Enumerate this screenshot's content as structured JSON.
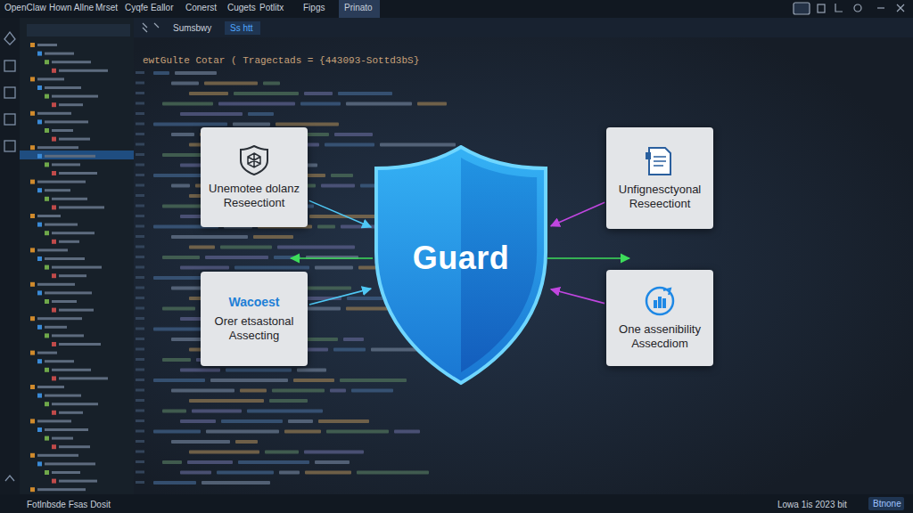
{
  "diagram": {
    "nodes": [
      {
        "text": [
          "Unemotee dolanz Reseectiont"
        ]
      },
      {
        "text": [
          "Guard"
        ]
      },
      {
        "text": [
          "Unfignesctyonal Reseectiont"
        ]
      },
      {
        "text": [
          "Wacoest",
          "Orer etsastonal Assecting"
        ]
      },
      {
        "text": [
          "One assenibility Assecdiom"
        ]
      }
    ],
    "edges": [
      {
        "from": 0,
        "to": 1,
        "arrow": "to"
      },
      {
        "from": 2,
        "to": 1,
        "arrow": "to"
      },
      {
        "from": 3,
        "to": 1,
        "arrow": "to"
      },
      {
        "from": 4,
        "to": 1,
        "arrow": "to"
      }
    ],
    "labels": [
      "OpenClaw",
      "Hown Allne",
      "Mrset",
      "Cyqfe Eallor",
      "Conerst",
      "Cugets",
      "Potlitx",
      "Fipgs",
      "Prinato",
      "Sumsbwy",
      "Ss htt",
      "ewtGulte Cotar ( Tragectads = {443093-Sottd3bS}",
      "Fotlnbsde Fsas Dosit",
      "Lowa 1is 2023 bit",
      "Btnone"
    ]
  }
}
